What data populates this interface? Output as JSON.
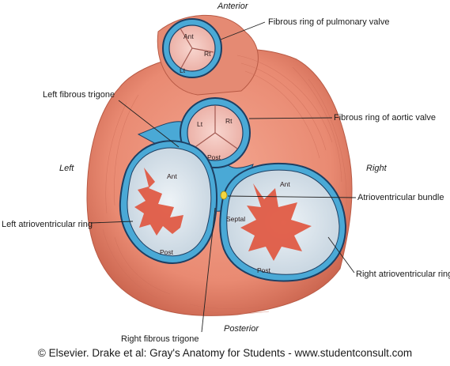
{
  "orientation": {
    "anterior": "Anterior",
    "posterior": "Posterior",
    "left": "Left",
    "right": "Right"
  },
  "labels": {
    "pulmonary": "Fibrous ring of pulmonary valve",
    "left_trigone": "Left fibrous trigone",
    "aortic": "Fibrous ring of aortic valve",
    "av_bundle": "Atrioventricular bundle",
    "left_av_ring": "Left atrioventricular ring",
    "right_av_ring": "Right atrioventricular ring",
    "right_trigone": "Right fibrous trigone"
  },
  "cusps": {
    "pulmonary": {
      "ant": "Ant",
      "rt": "Rt",
      "lt": "Lt"
    },
    "aortic": {
      "lt": "Lt",
      "rt": "Rt",
      "post": "Post"
    },
    "mitral": {
      "ant": "Ant",
      "post": "Post"
    },
    "tricuspid": {
      "ant": "Ant",
      "septal": "Septal",
      "post": "Post"
    }
  },
  "credit": "© Elsevier. Drake et al: Gray's Anatomy for Students - www.studentconsult.com",
  "colors": {
    "muscle": "#e98a72",
    "muscle_dark": "#c9634d",
    "fibrous_ring": "#4aa9d6",
    "ring_border": "#1d3f63",
    "valve_cusp": "#f3c3bc",
    "valve_interior": "#dde6ee",
    "leaflet_red": "#e0533c",
    "bundle": "#f3d640"
  }
}
